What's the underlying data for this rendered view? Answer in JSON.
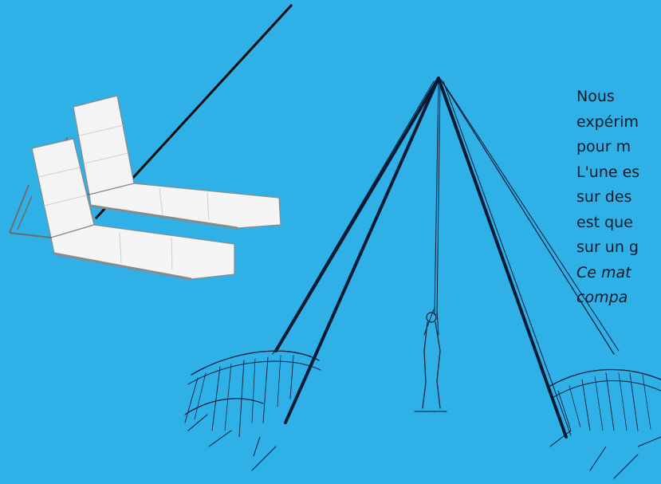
{
  "text": {
    "lines": [
      "Nous",
      "expérim",
      "pour m",
      "L'une es",
      "sur des",
      "est que",
      "sur un g"
    ],
    "italic_lines": [
      "Ce mat",
      "compa"
    ]
  },
  "colors": {
    "background": "#2fb0e6",
    "text": "#0f1a2a",
    "ink": "#0a1a33",
    "chair": "#f4f4f4"
  },
  "icons": {
    "chairs": "lounge-chairs-illustration",
    "tipi": "tripod-hammock-sketch"
  }
}
